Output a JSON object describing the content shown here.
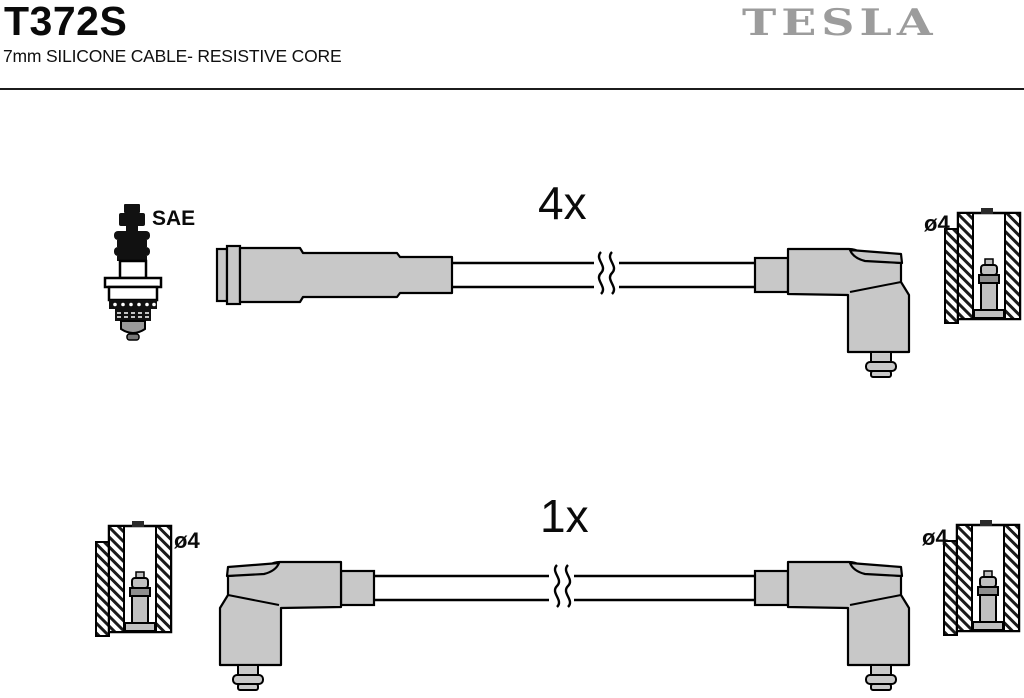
{
  "header": {
    "part_number": "T372S",
    "subtitle": "7mm SILICONE CABLE- RESISTIVE CORE",
    "brand": "TESLA"
  },
  "colors": {
    "background": "#ffffff",
    "text": "#0a0a0a",
    "brand_gray": "#9c9c9c",
    "part_fill": "#c8c8c8",
    "outline": "#000000"
  },
  "rows": [
    {
      "quantity_label": "4x",
      "left_end": {
        "type": "spark-plug-terminal",
        "label": "SAE"
      },
      "right_end": {
        "type": "socket-terminal-cross-section",
        "label": "ø4"
      }
    },
    {
      "quantity_label": "1x",
      "left_end": {
        "type": "socket-terminal-cross-section",
        "label": "ø4"
      },
      "right_end": {
        "type": "socket-terminal-cross-section",
        "label": "ø4"
      }
    }
  ]
}
